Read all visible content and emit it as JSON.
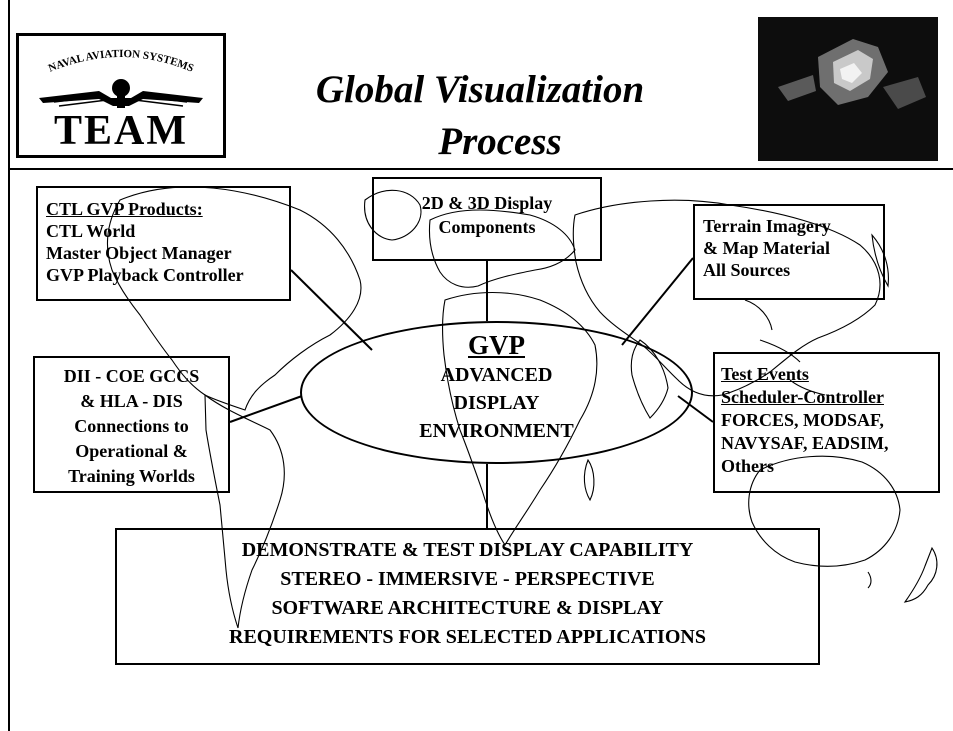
{
  "logo": {
    "arc_text": "NAVAL AVIATION SYSTEMS",
    "team_text": "TEAM"
  },
  "title": {
    "line1": "Global Visualization",
    "line2": "Process"
  },
  "boxes": {
    "products": {
      "heading": "CTL GVP Products:",
      "items": [
        "CTL World",
        "Master Object Manager",
        "GVP Playback Controller"
      ]
    },
    "display_components": {
      "lines": [
        "2D & 3D Display",
        "Components"
      ]
    },
    "terrain": {
      "lines": [
        "Terrain Imagery",
        "& Map Material",
        "All Sources"
      ]
    },
    "dii": {
      "lines": [
        "DII - COE GCCS",
        "& HLA - DIS",
        "Connections to",
        "Operational &",
        "Training Worlds"
      ]
    },
    "test_events": {
      "heading1": "Test Events",
      "heading2": "Scheduler-Controller",
      "lines": [
        "FORCES, MODSAF,",
        "NAVYSAF, EADSIM,",
        "Others"
      ]
    },
    "demonstrate": {
      "lines": [
        "DEMONSTRATE & TEST DISPLAY CAPABILITY",
        "STEREO - IMMERSIVE - PERSPECTIVE",
        "SOFTWARE ARCHITECTURE & DISPLAY",
        "REQUIREMENTS FOR SELECTED APPLICATIONS"
      ]
    }
  },
  "center": {
    "title": "GVP",
    "lines": [
      "ADVANCED",
      "DISPLAY",
      "ENVIRONMENT"
    ]
  }
}
